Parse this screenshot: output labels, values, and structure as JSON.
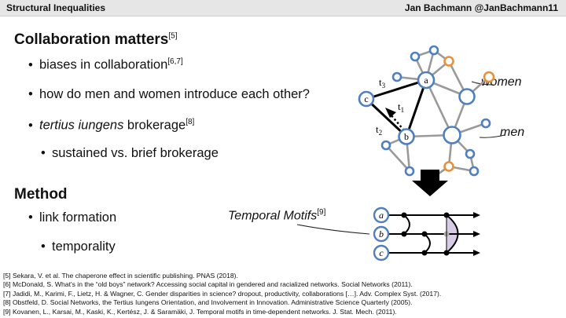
{
  "header": {
    "left": "Structural Inequalities",
    "right": "Jan Bachmann @JanBachmann11"
  },
  "section1": {
    "title": "Collaboration matters",
    "title_ref": "[5]",
    "bullet1": "biases in collaboration",
    "bullet1_ref": "[6,7]",
    "bullet2": "how do men and women introduce each other?",
    "bullet3_italic": "tertius iungens",
    "bullet3_rest": " brokerage",
    "bullet3_ref": "[8]",
    "sub1": "sustained vs. brief brokerage"
  },
  "section2": {
    "title": "Method",
    "bullet1": "link formation",
    "sub1": "temporality"
  },
  "network": {
    "legend_women": "women",
    "legend_men": "men",
    "node_a": "a",
    "node_b": "b",
    "node_c": "c",
    "t1": "t",
    "t1_sub": "1",
    "t2": "t",
    "t2_sub": "2",
    "t3": "t",
    "t3_sub": "3",
    "color_men": "#4f7fbf",
    "color_women": "#e8913a"
  },
  "motifs": {
    "label": "Temporal Motifs",
    "label_ref": "[9]",
    "row_a": "a",
    "row_b": "b",
    "row_c": "c"
  },
  "references": [
    "[5] Sekara, V. et al. The chaperone effect in scientific publishing. PNAS (2018).",
    "[6] McDonald, S. What's in the “old boys” network? Accessing social capital in gendered and racialized networks. Social Networks (2011).",
    "[7] Jadidi, M., Karimi, F., Lietz, H. & Wagner, C. Gender disparities in science? dropout, productivity, collaborations […]. Adv. Complex Syst. (2017).",
    "[8] Obstfeld, D. Social Networks, the Tertius Iungens Orientation, and Involvement in Innovation. Administrative Science Quarterly (2005).",
    "[9] Kovanen, L., Karsai, M., Kaski, K., Kertész, J. & Saramäki, J. Temporal motifs in time-dependent networks. J. Stat. Mech. (2011)."
  ]
}
